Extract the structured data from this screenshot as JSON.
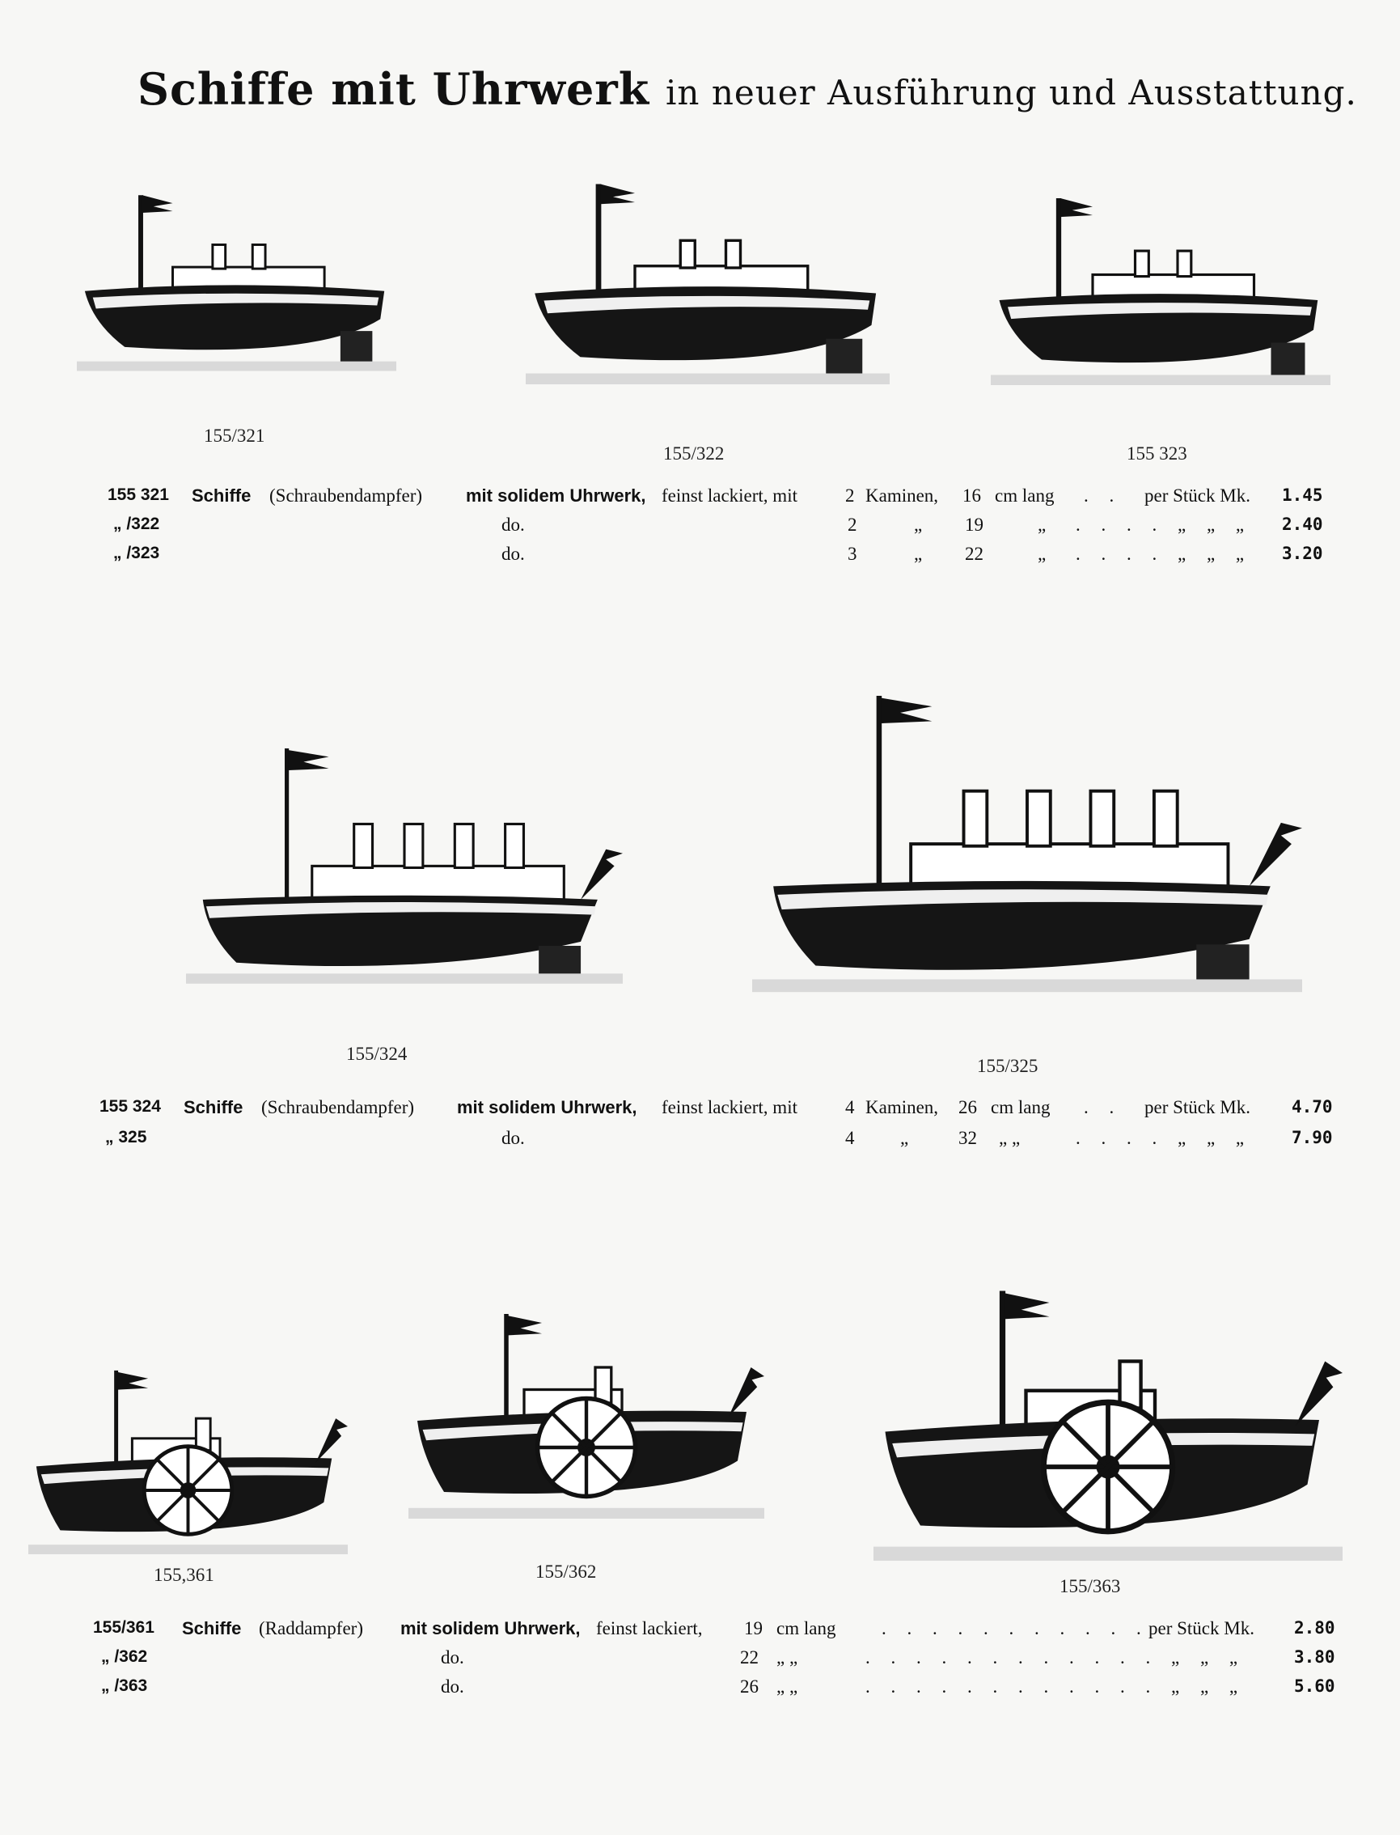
{
  "title": {
    "main": "Schiffe mit Uhrwerk",
    "rest": "in neuer Ausführung und Ausstattung."
  },
  "section1": {
    "captions": [
      "155/321",
      "155/322",
      "155 323"
    ],
    "rows": [
      {
        "num": "155 321",
        "name": "Schiffe",
        "type": "(Schraubendampfer)",
        "feature": "mit solidem Uhrwerk,",
        "desc": "feinst lackiert, mit",
        "kam": "2",
        "kam_label": "Kaminen,",
        "len": "16",
        "unit": "cm lang",
        "dots": ". .",
        "per": "per Stück Mk.",
        "price": "1.45"
      },
      {
        "num": "„ /322",
        "do": "do.",
        "kam": "2",
        "kam_label": "„",
        "len": "19",
        "unit": "„",
        "dots": ". . . . „ „ „",
        "price": "2.40"
      },
      {
        "num": "„ /323",
        "do": "do.",
        "kam": "3",
        "kam_label": "„",
        "len": "22",
        "unit": "„",
        "dots": ". . . . „ „ „",
        "price": "3.20"
      }
    ]
  },
  "section2": {
    "captions": [
      "155/324",
      "155/325"
    ],
    "rows": [
      {
        "num": "155 324",
        "name": "Schiffe",
        "type": "(Schraubendampfer)",
        "feature": "mit solidem Uhrwerk,",
        "desc": "feinst lackiert, mit",
        "kam": "4",
        "kam_label": "Kaminen,",
        "len": "26",
        "unit": "cm lang",
        "dots": ". .",
        "per": "per Stück Mk.",
        "price": "4.70"
      },
      {
        "num": "„ 325",
        "do": "do.",
        "kam": "4",
        "kam_label": "„",
        "len": "32",
        "unit": "„ „",
        "dots": ". . . . „ „ „",
        "price": "7.90"
      }
    ]
  },
  "section3": {
    "captions": [
      "155,361",
      "155/362",
      "155/363"
    ],
    "rows": [
      {
        "num": "155/361",
        "name": "Schiffe",
        "type": "(Raddampfer)",
        "feature": "mit solidem Uhrwerk,",
        "desc": "feinst lackiert,",
        "len": "19",
        "unit": "cm lang",
        "dots": ". . . . . . . . . . .",
        "per": "per Stück Mk.",
        "price": "2.80"
      },
      {
        "num": "„ /362",
        "do": "do.",
        "len": "22",
        "unit": "„ „",
        "dots": ". . . . . . . . . . . . „ „ „",
        "price": "3.80"
      },
      {
        "num": "„ /363",
        "do": "do.",
        "len": "26",
        "unit": "„ „",
        "dots": ". . . . . . . . . . . . „ „ „",
        "price": "5.60"
      }
    ]
  }
}
